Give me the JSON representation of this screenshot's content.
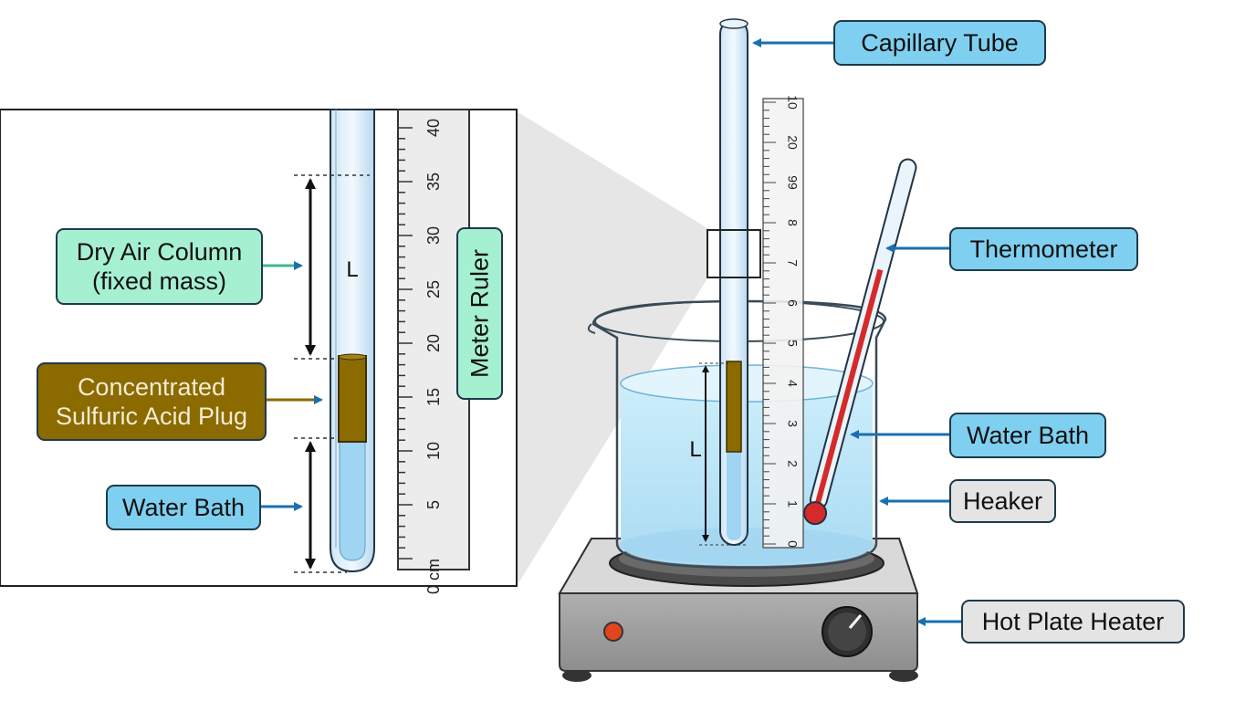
{
  "labels": {
    "capillary_tube": "Capillary Tube",
    "thermometer": "Thermometer",
    "water_bath_right": "Water Bath",
    "heaker": "Heaker",
    "hot_plate_heater": "Hot Plate Heater",
    "dry_air_column": "Dry Air Column\n(fixed mass)",
    "acid_plug": "Concentrated\nSulfuric Acid Plug",
    "water_bath_left": "Water Bath",
    "meter_ruler": "Meter Ruler",
    "length_symbol": "L"
  },
  "inset_ruler": {
    "ticks": [
      "0 cm",
      "5",
      "10",
      "15",
      "20",
      "25",
      "30",
      "35",
      "40"
    ]
  },
  "main_ruler": {
    "ticks": [
      "0",
      "1",
      "2",
      "3",
      "4",
      "5",
      "6",
      "7",
      "8",
      "99",
      "20",
      "10"
    ]
  },
  "colors": {
    "label_blue": "#7fd0f0",
    "label_green": "#a6f0d2",
    "acid_gold": "#8b6a00",
    "label_grey": "#e4e4e4",
    "water": "#bfe6f7",
    "arrow_blue": "#1a6fb0",
    "thermometer_red": "#d62a2a",
    "knob_indicator": "#e0451f"
  }
}
